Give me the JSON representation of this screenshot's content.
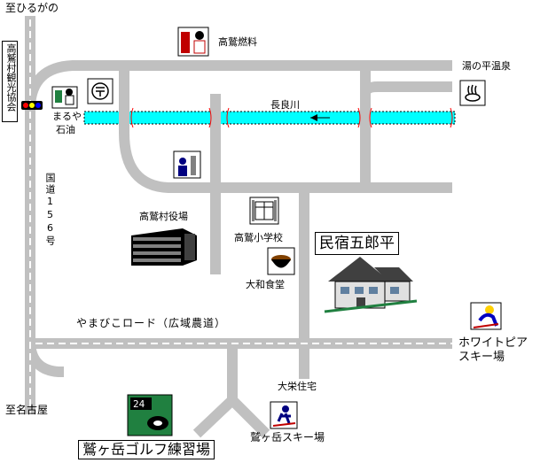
{
  "labels": {
    "to_hirugano": "至ひるがの",
    "to_nagoya": "至名古屋",
    "tourism_office": "高鷲村観光協会",
    "maruya_1": "まるや",
    "maruya_2": "石油",
    "fuel": "高鷲燃料",
    "onsen": "湯の平温泉",
    "river": "長良川",
    "route": "国道156号",
    "village_office": "高鷲村役場",
    "school": "高鷲小学校",
    "restaurant": "大和食堂",
    "yamabiko": "やまびこロード（広域農道）",
    "white_pia_1": "ホワイトピア",
    "white_pia_2": "スキー場",
    "taiei": "大栄住宅",
    "washigatake_ski": "鷲ヶ岳スキー場",
    "minshuku": "民宿五郎平",
    "golf": "鷲ヶ岳ゴルフ練習場",
    "golf_sign": "24"
  },
  "colors": {
    "road": "#c0c0c0",
    "road_center": "#ffffff",
    "river": "#00ffff",
    "bridge": "#ff0000",
    "signal_red": "#ff0000",
    "signal_yellow": "#ffff00",
    "signal_blue": "#0000ff",
    "golf_green": "#208040"
  }
}
